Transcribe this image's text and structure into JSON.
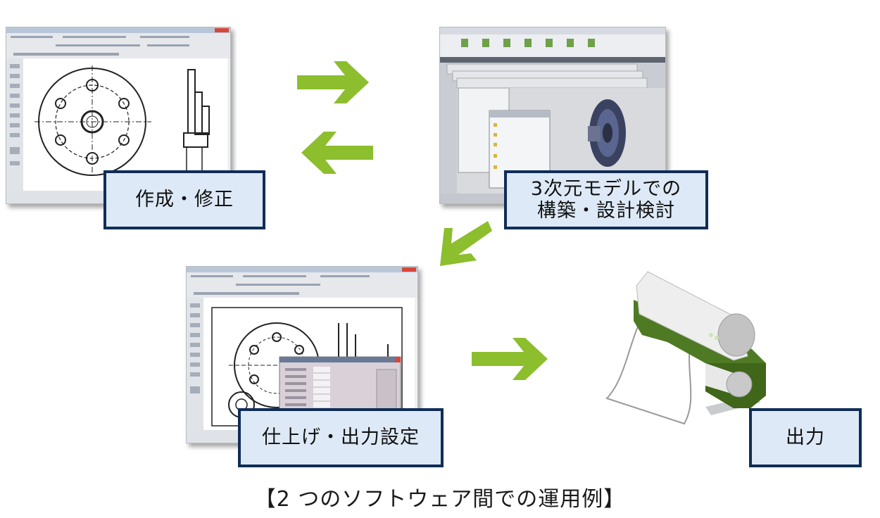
{
  "diagram": {
    "caption": "【2 つのソフトウェア間での運用例】",
    "steps": [
      {
        "id": "edit",
        "label": "作成・修正",
        "image": "2d-cad-drawing-screenshot"
      },
      {
        "id": "model",
        "label_line1": "3次元モデルでの",
        "label_line2": "構築・設計検討",
        "image": "3d-cad-modeling-screenshot"
      },
      {
        "id": "finish",
        "label": "仕上げ・出力設定",
        "image": "2d-cad-output-settings-screenshot"
      },
      {
        "id": "output",
        "label": "出力",
        "image": "plotter-icon"
      }
    ],
    "arrows": [
      {
        "from": "edit",
        "to": "model",
        "direction": "right"
      },
      {
        "from": "model",
        "to": "edit",
        "direction": "left"
      },
      {
        "from": "model",
        "to": "finish",
        "direction": "down-left"
      },
      {
        "from": "finish",
        "to": "output",
        "direction": "right"
      }
    ],
    "colors": {
      "arrow": "#8cbe2d",
      "label_bg": "#dde9f6",
      "label_border": "#0f2d57",
      "plotter_green": "#4e7a23"
    }
  }
}
